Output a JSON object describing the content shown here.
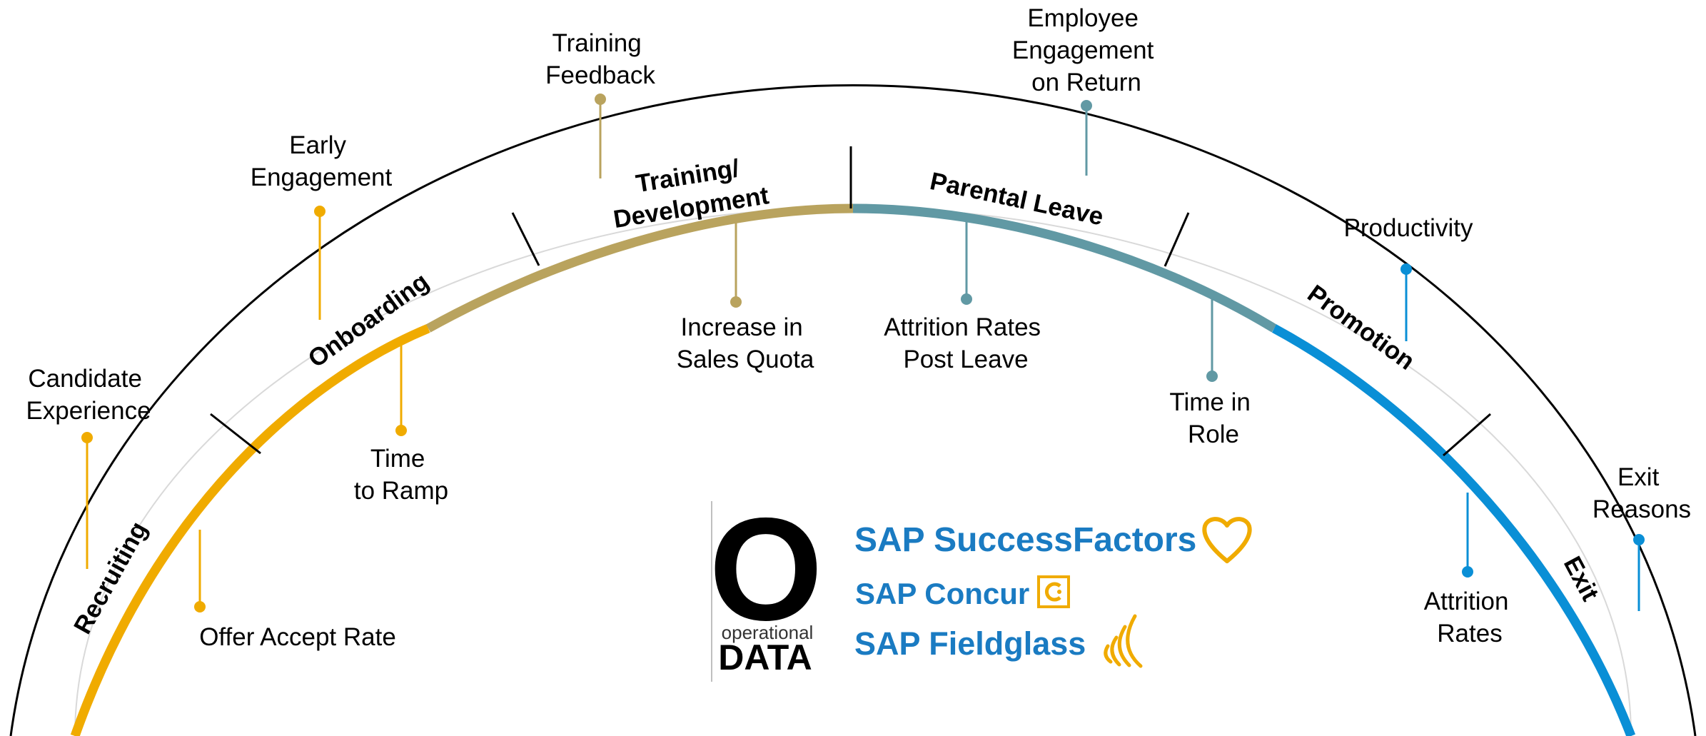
{
  "stages": [
    {
      "label": "Recruiting",
      "color": "#f0ab00"
    },
    {
      "label": "Onboarding",
      "color": "#f0ab00"
    },
    {
      "label_line1": "Training/",
      "label_line2": "Development",
      "color": "#b9a35e"
    },
    {
      "label": "Parental Leave",
      "color": "#6199a4"
    },
    {
      "label": "Promotion",
      "color": "#0a8fd6"
    },
    {
      "label": "Exit",
      "color": "#0a8fd6"
    }
  ],
  "metrics": {
    "candidate_experience": [
      "Candidate",
      "Experience"
    ],
    "offer_accept_rate": [
      "Offer Accept Rate"
    ],
    "early_engagement": [
      "Early",
      "Engagement"
    ],
    "time_to_ramp": [
      "Time",
      "to Ramp"
    ],
    "training_feedback": [
      "Training",
      "Feedback"
    ],
    "increase_sales_quota": [
      "Increase in",
      "Sales Quota"
    ],
    "employee_engagement": [
      "Employee",
      "Engagement",
      "on Return"
    ],
    "attrition_post_leave": [
      "Attrition Rates",
      "Post Leave"
    ],
    "time_in_role": [
      "Time in",
      "Role"
    ],
    "productivity": [
      "Productivity"
    ],
    "attrition_rates": [
      "Attrition",
      "Rates"
    ],
    "exit_reasons": [
      "Exit",
      "Reasons"
    ]
  },
  "logo": {
    "big_letter": "O",
    "small_text": "operational",
    "data_text": "DATA"
  },
  "products": {
    "successfactors": "SAP SuccessFactors",
    "concur": "SAP Concur",
    "fieldglass": "SAP Fieldglass"
  },
  "colors": {
    "sap_blue": "#1a7bc2",
    "sap_gold": "#f0ab00",
    "onboarding_gold": "#f0ab00",
    "training_tan": "#b9a35e",
    "leave_teal": "#6199a4",
    "promotion_blue": "#0a8fd6"
  }
}
